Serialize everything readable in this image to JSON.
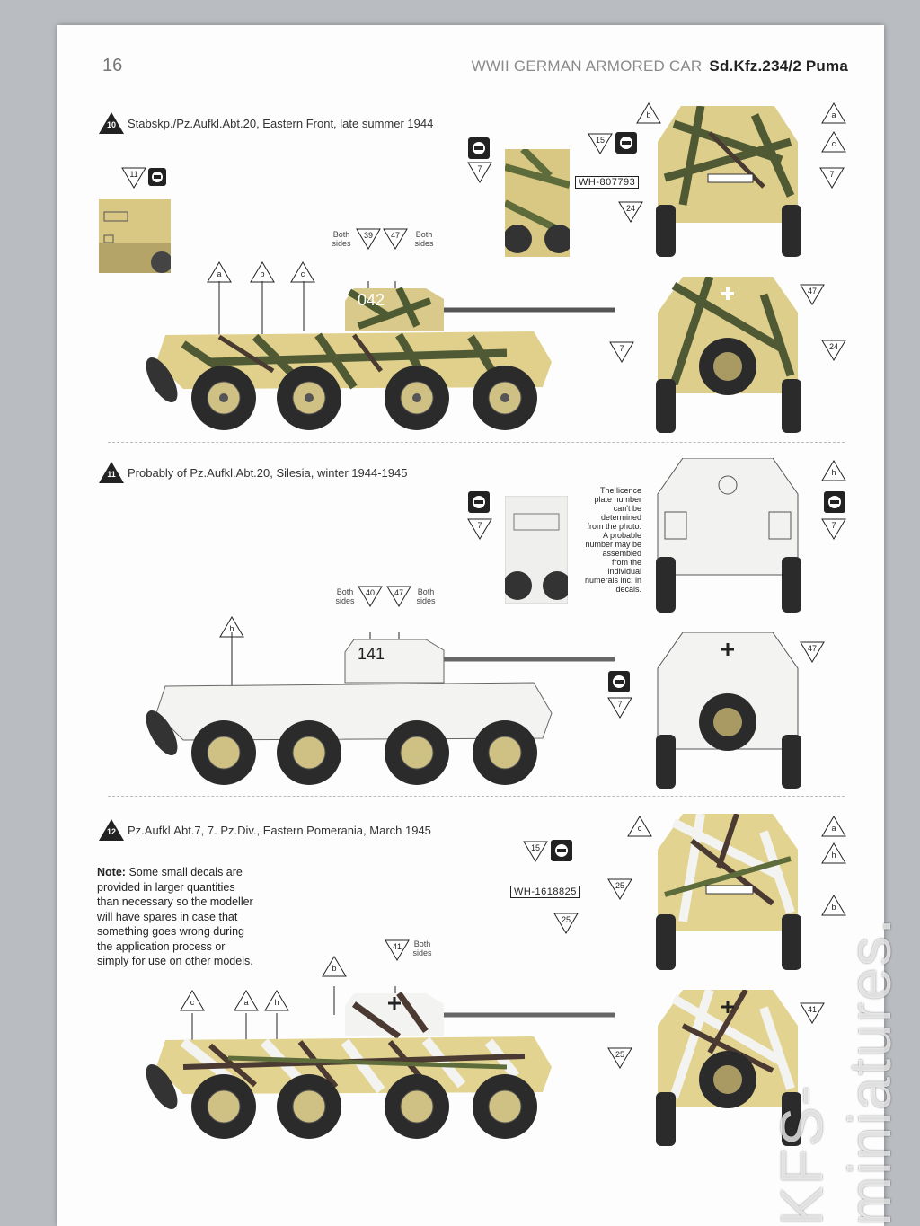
{
  "header": {
    "page_number": "16",
    "series": "WWII GERMAN ARMORED CAR",
    "model": "Sd.Kfz.234/2 Puma"
  },
  "sections": [
    {
      "number": "10",
      "title": "Stabskp./Pz.Aufkl.Abt.20, Eastern Front, late summer 1944",
      "turret_number": "042",
      "plate": "WH-807793"
    },
    {
      "number": "11",
      "title": "Probably of Pz.Aufkl.Abt.20, Silesia, winter 1944-1945",
      "turret_number": "141"
    },
    {
      "number": "12",
      "title": "Pz.Aufkl.Abt.7, 7. Pz.Div., Eastern Pomerania, March 1945",
      "plate": "WH-1618825"
    }
  ],
  "callouts": {
    "a": "a",
    "b": "b",
    "c": "c",
    "h": "h",
    "n7": "7",
    "n11": "11",
    "n15": "15",
    "n24": "24",
    "n25": "25",
    "n39": "39",
    "n40": "40",
    "n41": "41",
    "n47": "47"
  },
  "both_sides": "Both sides",
  "licence_note": "The licence plate number can't be determined from the photo. A probable number may be assembled from the individual numerals inc. in decals.",
  "note": {
    "label": "Note:",
    "text": "Some small decals are provided in larger quantities than necessary so the modeller will have spares in case that something goes wrong during the application process or simply for use on other models."
  },
  "watermark": "KFS-miniatures.",
  "colors": {
    "sand": "#e2d28e",
    "green": "#5e6b3a",
    "brown": "#4a3a32",
    "white": "#f3f3f1",
    "dark": "#222222"
  }
}
